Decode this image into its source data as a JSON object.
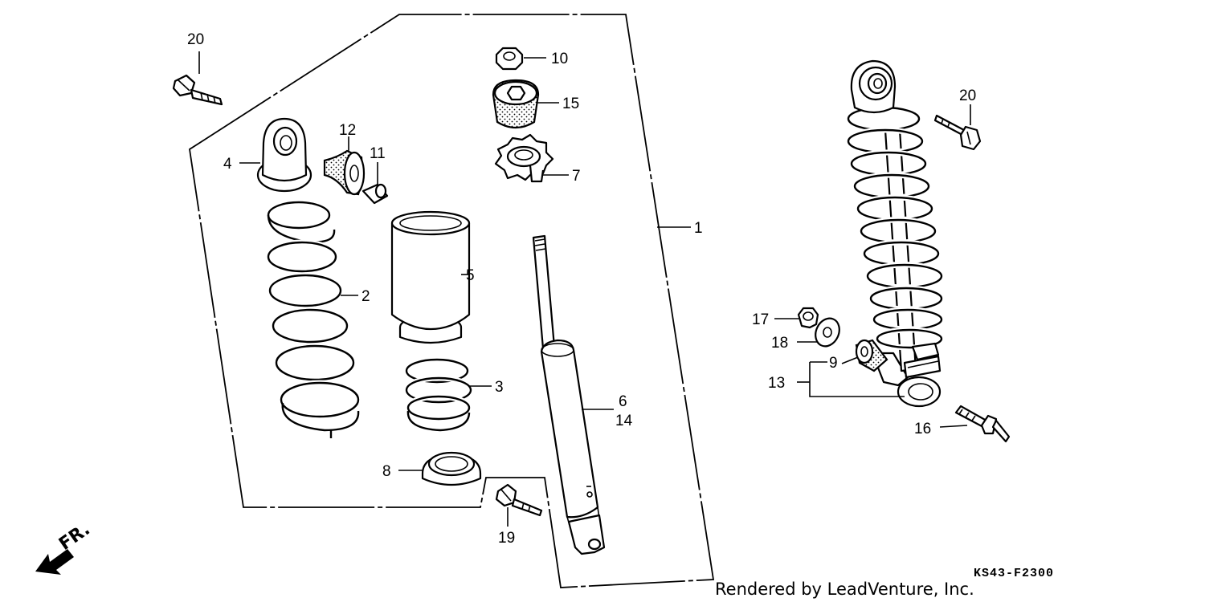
{
  "callouts": {
    "c1": "1",
    "c2": "2",
    "c3": "3",
    "c4": "4",
    "c5": "5",
    "c6": "6",
    "c14": "14",
    "c7": "7",
    "c8": "8",
    "c9": "9",
    "c10": "10",
    "c11": "11",
    "c12": "12",
    "c13": "13",
    "c15": "15",
    "c16": "16",
    "c17": "17",
    "c18": "18",
    "c19": "19",
    "c20a": "20",
    "c20b": "20"
  },
  "direction": {
    "label": "FR."
  },
  "diagram_code": "KS43-F2300",
  "credit": "Rendered by LeadVenture, Inc."
}
